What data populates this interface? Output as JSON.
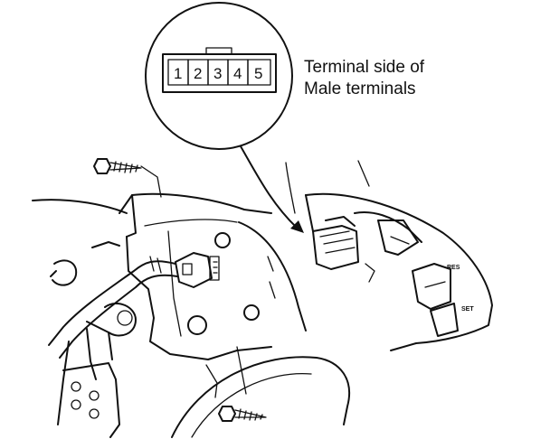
{
  "callout": {
    "line1": "Terminal side of",
    "line2": "Male terminals"
  },
  "connector": {
    "pins": [
      "1",
      "2",
      "3",
      "4",
      "5"
    ]
  },
  "switch_labels": {
    "upper": "RES",
    "lower": "SET"
  },
  "colors": {
    "ink": "#111111",
    "paper": "#ffffff"
  }
}
